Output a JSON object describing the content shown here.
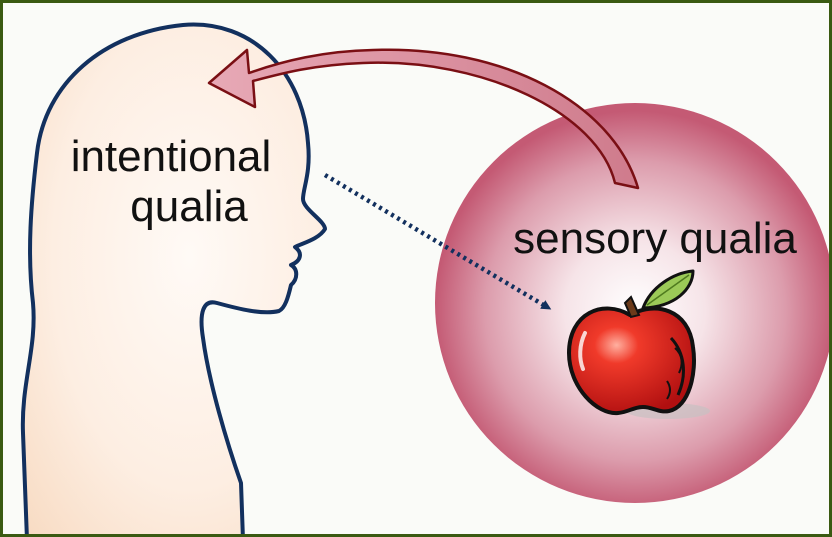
{
  "labels": {
    "intentional_line1": "intentional",
    "intentional_line2": "qualia",
    "sensory": "sensory qualia"
  },
  "colors": {
    "frame": "#3a5a12",
    "background": "#fafbf8",
    "head_outline": "#12305e",
    "head_fill": "#fde6d4",
    "sphere": "#c45a74",
    "arrow_outline": "#7a0f14",
    "arrow_fill": "#d98a9a",
    "dotted_arrow": "#12305e",
    "apple": "#d81f1f",
    "leaf": "#9bc957"
  },
  "icons": {
    "curved_arrow": "curved-arrow-icon",
    "dotted_arrow": "dotted-arrow-icon",
    "apple": "apple-icon"
  }
}
